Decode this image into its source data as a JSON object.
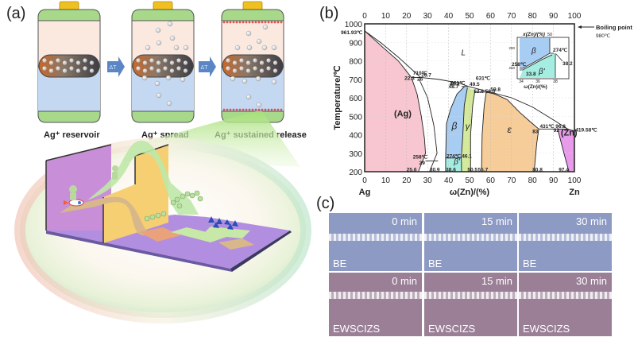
{
  "panels": {
    "a": {
      "label": "(a)",
      "stages": [
        {
          "caption": "Ag⁺ reservoir"
        },
        {
          "caption": "Ag⁺ spread"
        },
        {
          "caption": "Ag⁺ sustained release"
        }
      ],
      "arrow_label": "ΔT",
      "colors": {
        "cap": "#f0c020",
        "lid": "#a8d88a",
        "upper": "#fbe9e0",
        "lower": "#c4d8f2",
        "arrow": "#5b86c5"
      }
    },
    "b": {
      "label": "(b)",
      "boiling_point_label": "Boiling point",
      "boiling_point_value": "980℃"
    },
    "c": {
      "label": "(c)",
      "rows": [
        {
          "sample": "BE",
          "times": [
            "0 min",
            "15 min",
            "30 min"
          ],
          "color": "#8d9ac4"
        },
        {
          "sample": "EWSCIZS",
          "times": [
            "0 min",
            "15 min",
            "30 min"
          ],
          "color": "#9a7f96"
        }
      ]
    }
  },
  "chart_data": {
    "type": "phase-diagram",
    "title": "Ag–Zn binary phase diagram",
    "xlabel": "ω(Zn)/(%)",
    "x2label": "",
    "ylabel": "Temperature/℃",
    "xlim": [
      0,
      100
    ],
    "ylim": [
      200,
      1000
    ],
    "xticks": [
      "0",
      "10",
      "20",
      "30",
      "40",
      "50",
      "60",
      "70",
      "80",
      "90",
      "100"
    ],
    "yticks": [
      "200",
      "300",
      "400",
      "500",
      "600",
      "700",
      "800",
      "900",
      "1000"
    ],
    "x_end_labels": {
      "left": "Ag",
      "right": "Zn"
    },
    "grid": true,
    "phases": [
      {
        "name": "(Ag)",
        "color": "#f7c6d0"
      },
      {
        "name": "L",
        "color": "#ffffff"
      },
      {
        "name": "β",
        "color": "#a8cdf2"
      },
      {
        "name": "β'",
        "color": "#a5ede0"
      },
      {
        "name": "γ",
        "color": "#d4e99a"
      },
      {
        "name": "ε",
        "color": "#f6cc99"
      },
      {
        "name": "(Zn)",
        "color": "#e89bea"
      }
    ],
    "annotations": [
      "961.93℃",
      "710℃",
      "22.3",
      "26.7",
      "26",
      "661℃",
      "46.2",
      "48.7",
      "49.5",
      "631℃",
      "52.6",
      "58.0",
      "59.8",
      "258℃",
      "29",
      "25.6",
      "30.9",
      "274℃",
      "46.1",
      "38.6",
      "50.5",
      "55.7",
      "431℃",
      "96.8",
      "92",
      "83",
      "80.8",
      "97.4",
      "419.58℃"
    ],
    "inset": {
      "top_label": "x(Zn)/(%)",
      "top_tick": "50",
      "xlabel": "ω(Zn)/(%)",
      "xticks": [
        "34",
        "36",
        "38"
      ],
      "yticks": [
        "280",
        "260"
      ],
      "annotations": [
        "258℃",
        "274℃",
        "33.8",
        "38.2"
      ],
      "phases": [
        "β",
        "β'"
      ]
    }
  }
}
